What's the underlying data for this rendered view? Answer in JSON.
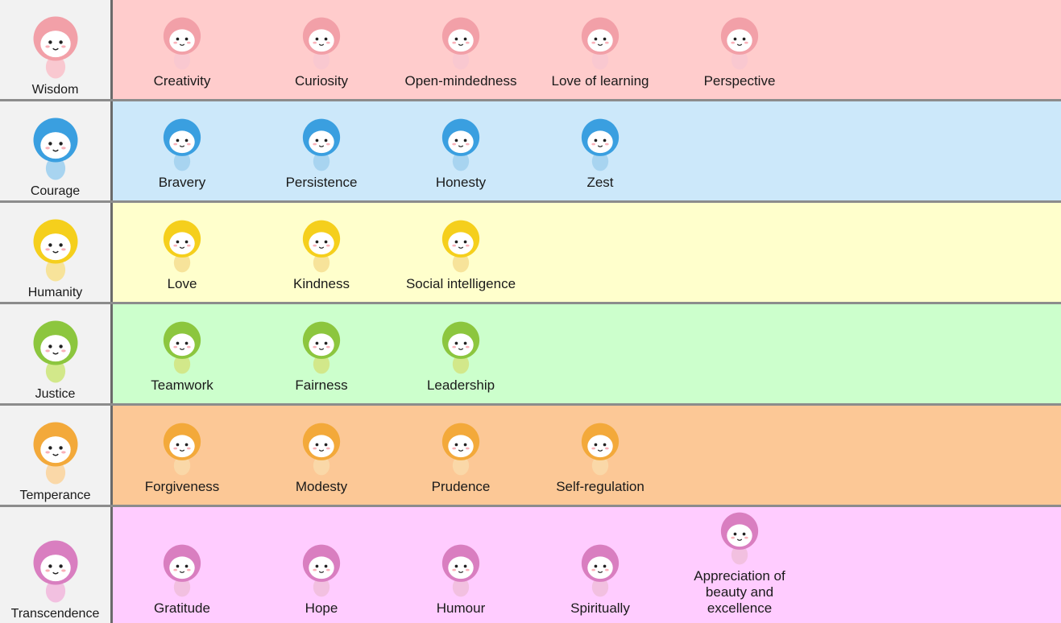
{
  "rows": [
    {
      "virtue": "Wisdom",
      "colors": {
        "bg": "#ffcccc",
        "head": "#f2a0a8",
        "body": "#f9c8d0"
      },
      "strengths": [
        "Creativity",
        "Curiosity",
        "Open-mindedness",
        "Love of learning",
        "Perspective"
      ]
    },
    {
      "virtue": "Courage",
      "colors": {
        "bg": "#cce8fa",
        "head": "#3a9fe0",
        "body": "#a8d4f0"
      },
      "strengths": [
        "Bravery",
        "Persistence",
        "Honesty",
        "Zest"
      ]
    },
    {
      "virtue": "Humanity",
      "colors": {
        "bg": "#ffffcc",
        "head": "#f5cf1c",
        "body": "#f7e39a"
      },
      "strengths": [
        "Love",
        "Kindness",
        "Social intelligence"
      ]
    },
    {
      "virtue": "Justice",
      "colors": {
        "bg": "#ccffcc",
        "head": "#8cc63e",
        "body": "#d2e88a"
      },
      "strengths": [
        "Teamwork",
        "Fairness",
        "Leadership"
      ]
    },
    {
      "virtue": "Temperance",
      "colors": {
        "bg": "#fcc896",
        "head": "#f3a93a",
        "body": "#fad8a8"
      },
      "strengths": [
        "Forgiveness",
        "Modesty",
        "Prudence",
        "Self-regulation"
      ]
    },
    {
      "virtue": "Transcendence",
      "colors": {
        "bg": "#ffccff",
        "head": "#d97ec0",
        "body": "#f2c0e0"
      },
      "strengths": [
        "Gratitude",
        "Hope",
        "Humour",
        "Spiritually",
        "Appreciation of beauty and excellence"
      ]
    }
  ]
}
